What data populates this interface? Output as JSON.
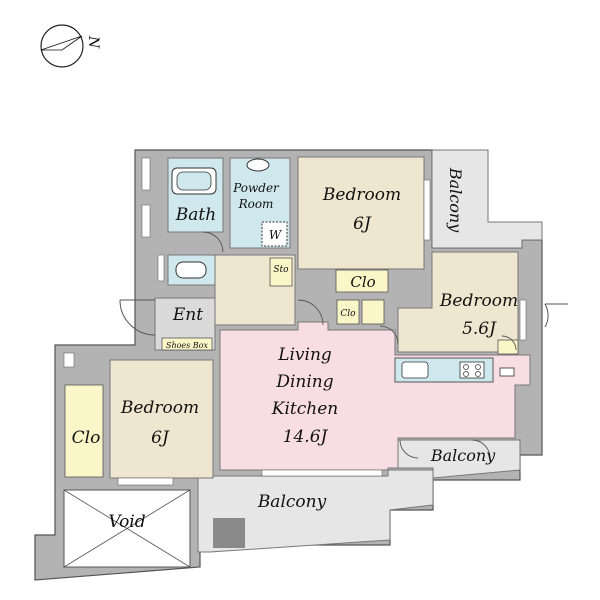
{
  "compass": {
    "north_label": "N"
  },
  "rooms": {
    "bath": "Bath",
    "powder_room": [
      "Powder",
      "Room"
    ],
    "washer": "W",
    "storage": "Sto",
    "entrance": "Ent",
    "shoes_box": "Shoes Box",
    "bedroom_north": [
      "Bedroom",
      "6J"
    ],
    "bedroom_east": [
      "Bedroom",
      "5.6J"
    ],
    "bedroom_west": [
      "Bedroom",
      "6J"
    ],
    "closet_center": "Clo",
    "closet_small": "Clo",
    "closet_west": "Clo",
    "ldk": [
      "Living",
      "Dining",
      "Kitchen",
      "14.6J"
    ],
    "balcony_east": "Balcony",
    "balcony_south_right": "Balcony",
    "balcony_south": "Balcony",
    "void": "Void"
  },
  "colors": {
    "wall": "#b3b3b3",
    "wall_dark": "#8a8a8a",
    "bedroom": "#efe6cf",
    "wet_area": "#cfe8ee",
    "ldk": "#f8dee4",
    "closet": "#fbf6c8",
    "entrance": "#dadada",
    "balcony": "#e6e6e6"
  }
}
